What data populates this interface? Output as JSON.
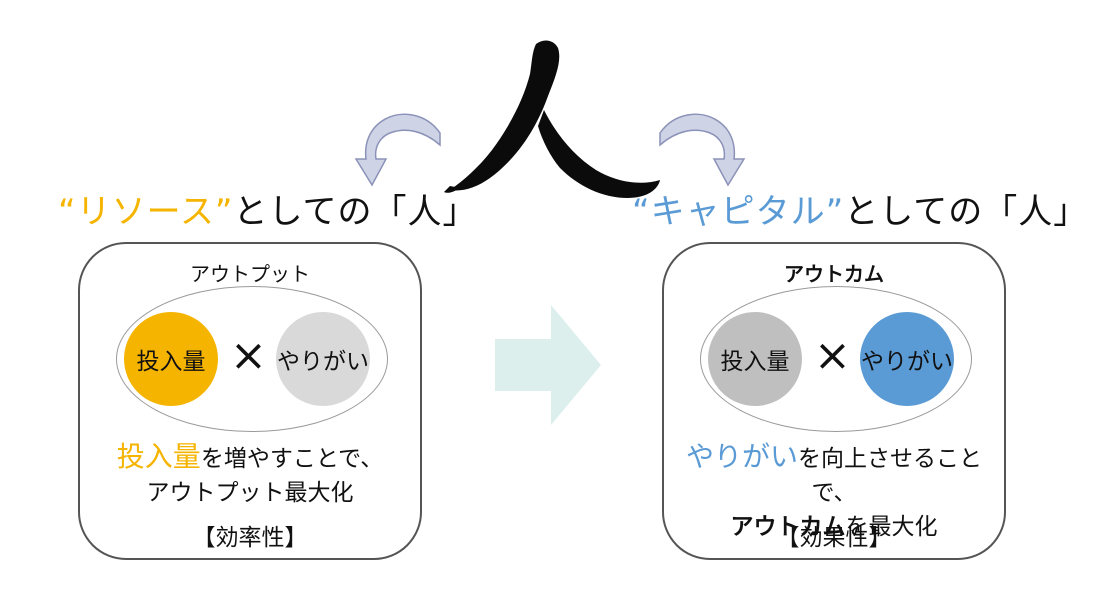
{
  "center_glyph": "人",
  "left": {
    "heading_highlight": "“リソース”",
    "heading_rest": "としての「人」",
    "panel_title": "アウトプット",
    "circle_a": "投入量",
    "times": "×",
    "circle_b": "やりがい",
    "desc_highlight": "投入量",
    "desc_line1_rest": "を増やすことで、",
    "desc_line2": "アウトプット最大化",
    "tag": "【効率性】"
  },
  "right": {
    "heading_highlight": "“キャピタル”",
    "heading_rest": "としての「人」",
    "panel_title": "アウトカム",
    "circle_a": "投入量",
    "times": "×",
    "circle_b": "やりがい",
    "desc_highlight": "やりがい",
    "desc_line1_rest": "を向上させることで、",
    "desc_line2_bold": "アウトカム",
    "desc_line2_rest": "を最大化",
    "tag": "【効果性】"
  },
  "colors": {
    "orange": "#f5b400",
    "blue": "#5b9bd5",
    "gray_circle": "#d9d9d9",
    "dark_gray_circle": "#bfbfbf",
    "arrow": "#dcefed"
  }
}
